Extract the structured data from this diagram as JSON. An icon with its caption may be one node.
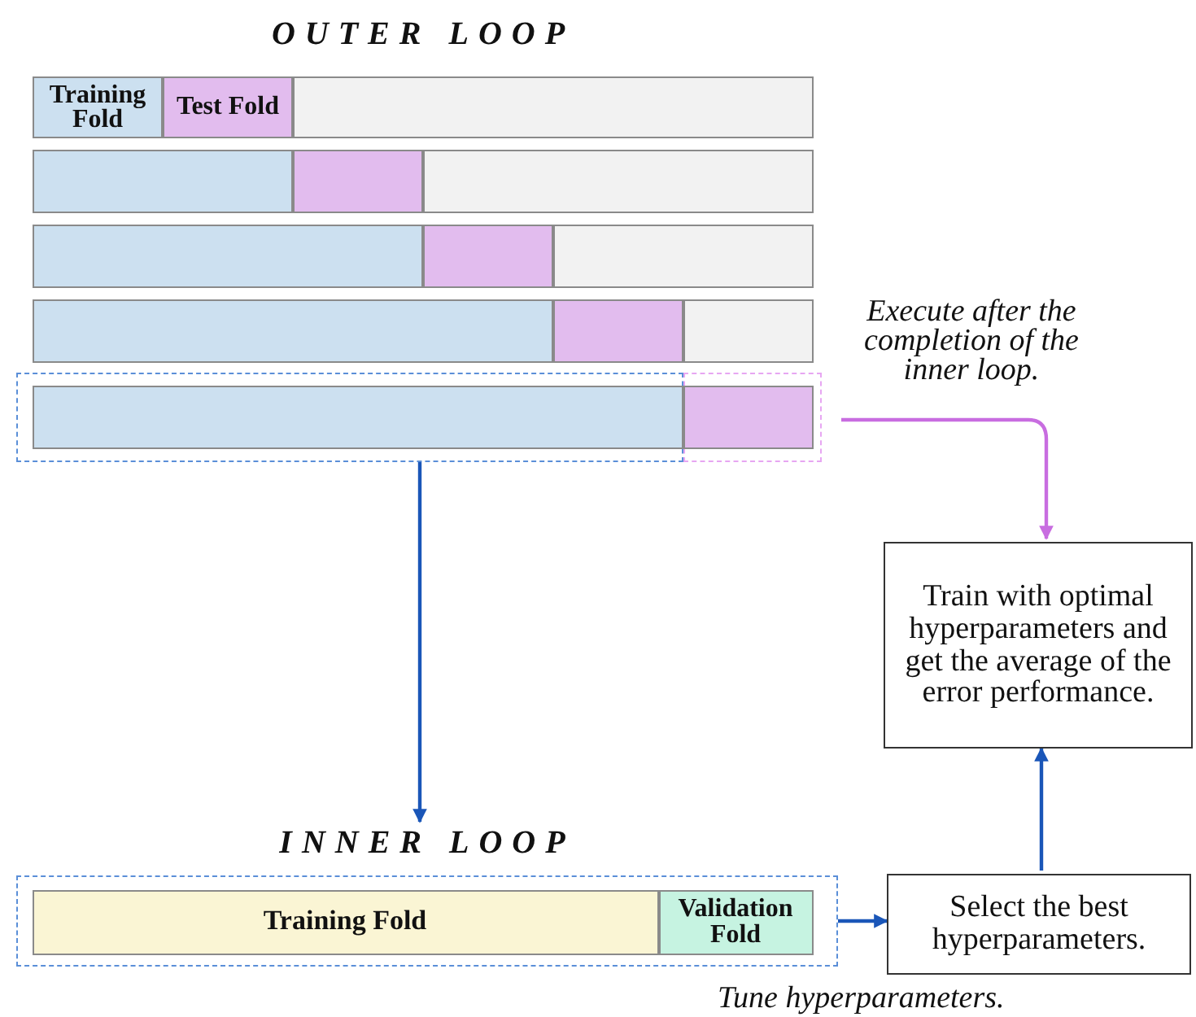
{
  "diagram": {
    "title": "OUTER LOOP",
    "nodes": [
      {
        "text": [
          "Training Fold"
        ]
      },
      {
        "text": [
          "Test Fold"
        ]
      },
      {
        "text": [],
        "shape": "box"
      },
      {
        "text": [],
        "shape": "box"
      },
      {
        "text": [],
        "shape": "box"
      },
      {
        "text": [],
        "shape": "box"
      },
      {
        "text": [],
        "shape": "box"
      },
      {
        "text": [],
        "shape": "box"
      },
      {
        "text": [],
        "shape": "box"
      },
      {
        "text": [],
        "shape": "box"
      },
      {
        "text": [],
        "shape": "box"
      },
      {
        "text": [],
        "shape": "box"
      },
      {
        "text": [],
        "shape": "box"
      },
      {
        "text": [],
        "shape": "box",
        "in": 12
      },
      {
        "text": [],
        "shape": "box"
      },
      {
        "text": [],
        "shape": "box",
        "in": 14
      },
      {
        "text": [
          "INNER LOOP"
        ]
      },
      {
        "text": [
          "Training Fold"
        ],
        "in": 16
      },
      {
        "text": [
          "Validation Fold"
        ],
        "in": 16
      },
      {
        "text": [
          "Select the best hyperparameters."
        ],
        "beside": [
          "Tune hyperparameters."
        ]
      },
      {
        "text": [
          "Train with optimal hyperparameters and get the average of the error performance."
        ]
      }
    ],
    "edges": [
      {
        "from": 12,
        "to": 16,
        "arrow": "to"
      },
      {
        "from": 16,
        "to": 19,
        "arrow": "to"
      },
      {
        "from": 19,
        "to": 20,
        "arrow": "to"
      },
      {
        "from": 14,
        "to": 20,
        "arrow": "to",
        "color": "#c86de0",
        "label": "Execute after the completion of the inner loop."
      }
    ]
  }
}
